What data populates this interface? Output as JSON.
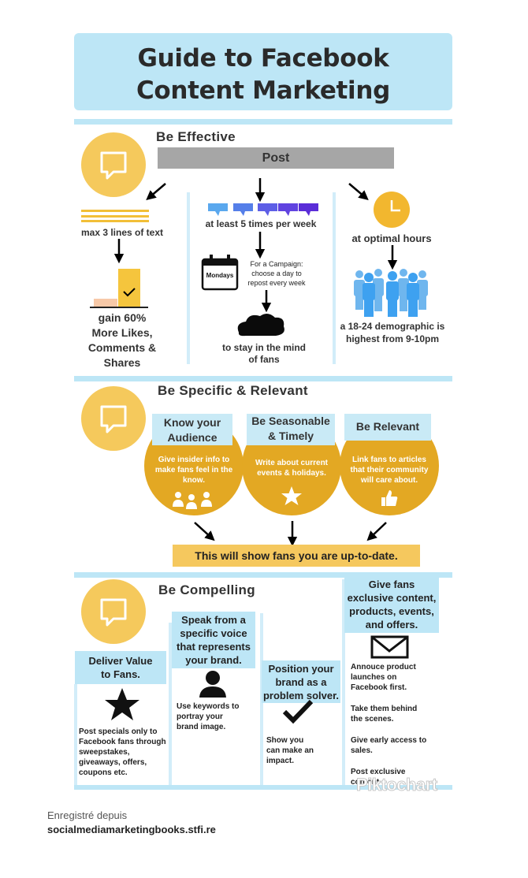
{
  "title": {
    "line1": "Guide to Facebook",
    "line2": "Content Marketing"
  },
  "section1": {
    "heading": "Be Effective",
    "post_label": "Post",
    "col1": {
      "line": "max 3 lines of text",
      "result1": "gain 60%",
      "result2": "More Likes,",
      "result3": "Comments &",
      "result4": "Shares"
    },
    "col2": {
      "freq": "at least 5 times per week",
      "calendar_label": "Mondays",
      "campaign1": "For a Campaign:",
      "campaign2": "choose a day to",
      "campaign3": "repost every week",
      "mind1": "to stay in the mind",
      "mind2": "of fans"
    },
    "col3": {
      "hours": "at optimal hours",
      "demo1": "a 18-24 demographic is",
      "demo2": "highest from 9-10pm"
    }
  },
  "section2": {
    "heading": "Be Specific & Relevant",
    "cards": [
      {
        "label1": "Know your",
        "label2": "Audience",
        "text1": "Give insider info to",
        "text2": "make fans feel in the",
        "text3": "know."
      },
      {
        "label1": "Be Seasonable",
        "label2": "& Timely",
        "text1": "Write about current",
        "text2": "events & holidays.",
        "text3": ""
      },
      {
        "label1": "Be Relevant",
        "label2": "",
        "text1": "Link fans to articles",
        "text2": "that their community",
        "text3": "will care about."
      }
    ],
    "banner": "This will show fans you are up-to-date."
  },
  "section3": {
    "heading": "Be Compelling",
    "col1": {
      "box1": "Deliver Value",
      "box2": "to Fans.",
      "t1": "Post specials only to",
      "t2": "Facebook fans through",
      "t3": "sweepstakes,",
      "t4": "giveaways, offers,",
      "t5": "coupons etc."
    },
    "col2": {
      "box1": "Speak from a",
      "box2": "specific voice",
      "box3": "that represents",
      "box4": "your brand.",
      "t1": "Use keywords to",
      "t2": "portray your",
      "t3": "brand image."
    },
    "col3": {
      "box1": "Position your",
      "box2": "brand as a",
      "box3": "problem solver.",
      "t1": "Show you",
      "t2": "can make an",
      "t3": "impact."
    },
    "col4": {
      "box1": "Give fans",
      "box2": "exclusive content,",
      "box3": "products, events,",
      "box4": "and offers.",
      "t1": "Annouce product",
      "t2": "launches on",
      "t3": "Facebook first.",
      "t4": "Take them behind",
      "t5": "the scenes.",
      "t6": "Give early access to",
      "t7": "sales.",
      "t8": "Post exclusive",
      "t9": "content"
    }
  },
  "watermark": "Piktochart",
  "footer": {
    "line1": "Enregistré depuis",
    "line2": "socialmediamarketingbooks.stfi.re"
  },
  "colors": {
    "light_blue": "#bde6f6",
    "yellow": "#f5c95c",
    "gold": "#e3a823",
    "gray": "#a6a6a6",
    "purple_blue": "#5a52e8"
  }
}
